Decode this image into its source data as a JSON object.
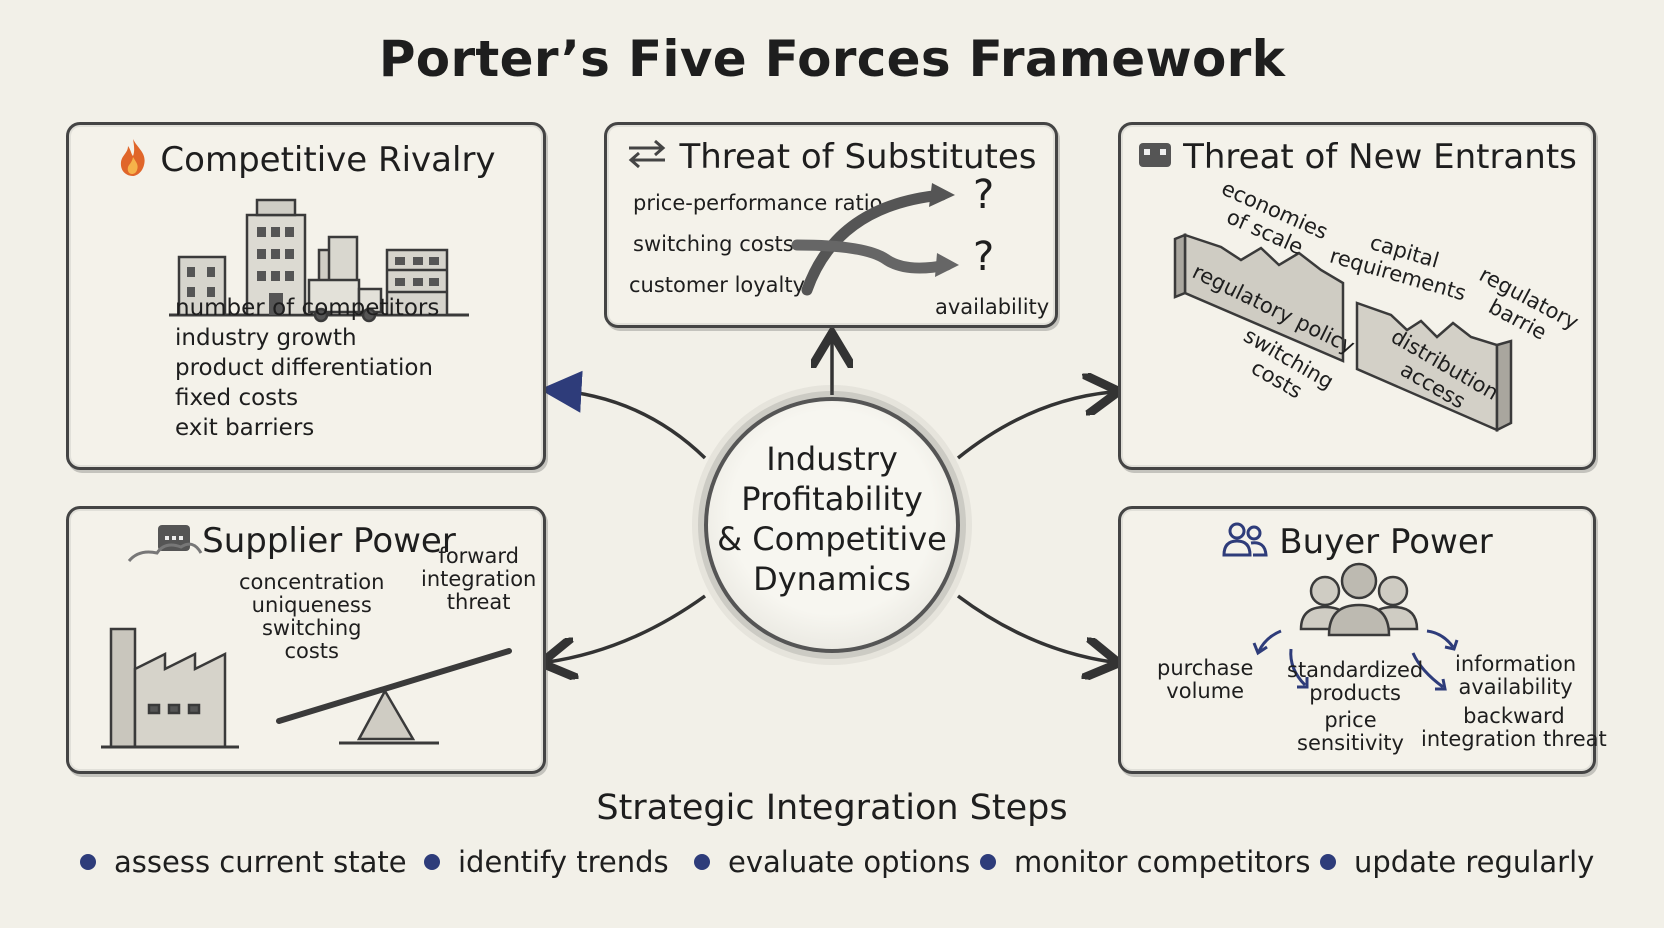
{
  "title": "Porter’s Five Forces Framework",
  "hub": {
    "lines": [
      "Industry",
      "Profitability",
      "& Competitive",
      "Dynamics"
    ]
  },
  "rivalry": {
    "title": "Competitive Rivalry",
    "items": [
      "number of competitors",
      "industry growth",
      "product differentiation",
      "fixed costs",
      "exit barriers"
    ]
  },
  "substitutes": {
    "title": "Threat of Substitutes",
    "labels": [
      "price-performance ratio",
      "switching costs",
      "customer loyalty",
      "availability"
    ],
    "marks": [
      "?",
      "?"
    ]
  },
  "entrants": {
    "title": "Threat of New Entrants",
    "labels": {
      "economies": "economies\nof scale",
      "capital": "capital\nrequirements",
      "regulatory_right": "regulatory\nbarrie",
      "regulatory_policy": "regulatory policy",
      "switching": "switching\ncosts",
      "distribution": "distribution\naccess"
    }
  },
  "supplier": {
    "title": "Supplier Power",
    "left_labels": "concentration\nuniqueness\nswitching\ncosts",
    "right_labels": "forward\nintegration\nthreat"
  },
  "buyer": {
    "title": "Buyer Power",
    "labels": {
      "purchase_volume": "purchase\nvolume",
      "standardized": "standardized\nproducts",
      "price_sensitivity": "price\nsensitivity",
      "information": "information\navailability",
      "backward": "backward\nintegration threat"
    }
  },
  "steps": {
    "title": "Strategic Integration Steps",
    "items": [
      "assess current state",
      "identify trends",
      "evaluate options",
      "monitor competitors",
      "update regularly"
    ]
  },
  "colors": {
    "accent": "#2e3c7a",
    "ink": "#1e1e1e",
    "paper": "#f2f0e8",
    "flame": "#e0662a"
  }
}
